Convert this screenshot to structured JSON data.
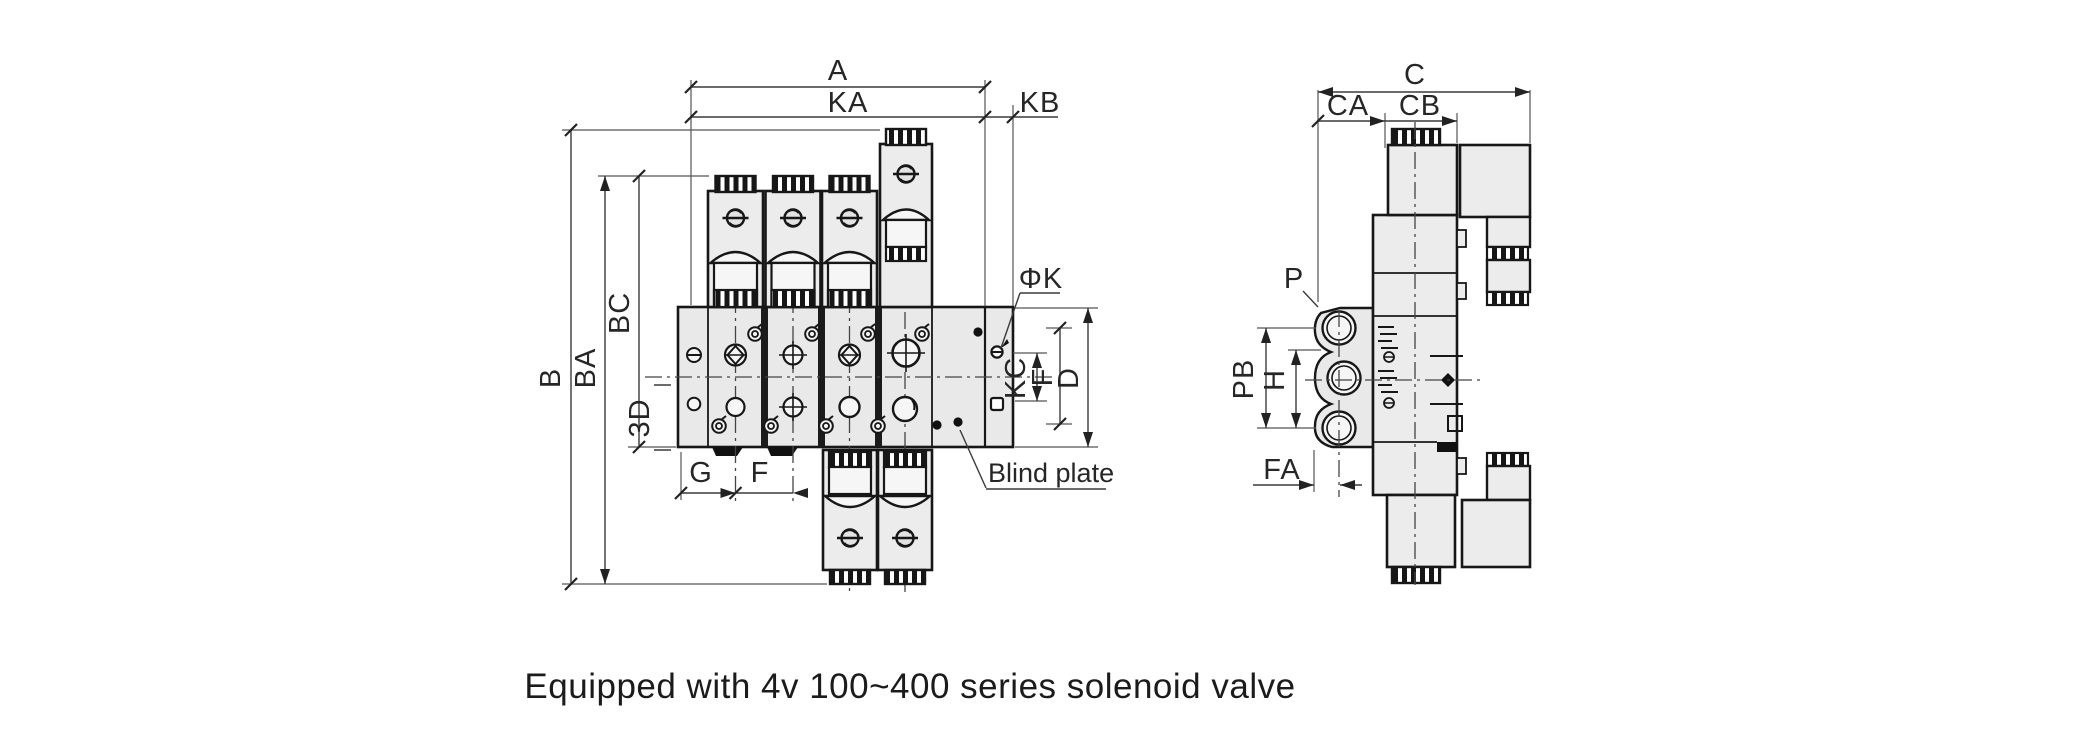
{
  "figure": {
    "type": "technical-drawing",
    "subject": "solenoid valve manifold dimension drawing",
    "caption": "Equipped with 4v 100~400 series solenoid valve"
  },
  "left_view": {
    "name": "manifold front view",
    "labels": {
      "A": "A",
      "KA": "KA",
      "KB": "KB",
      "B": "B",
      "BA": "BA",
      "BC": "BC",
      "threeD": "3D",
      "G": "G",
      "F_bottom": "F",
      "phiK": "ΦK",
      "KC": "KC",
      "F_right": "F",
      "D": "D",
      "blind_plate": "Blind plate"
    }
  },
  "right_view": {
    "name": "manifold side view",
    "labels": {
      "C": "C",
      "CA": "CA",
      "CB": "CB",
      "P": "P",
      "PB": "PB",
      "H": "H",
      "FA": "FA"
    }
  },
  "colors": {
    "line": "#171717",
    "dimension_line": "#3a3a3a",
    "body_fill": "#ececec",
    "inner_fill": "#f6f6f6",
    "base_fill": "#e9e9e9",
    "background": "#ffffff"
  }
}
